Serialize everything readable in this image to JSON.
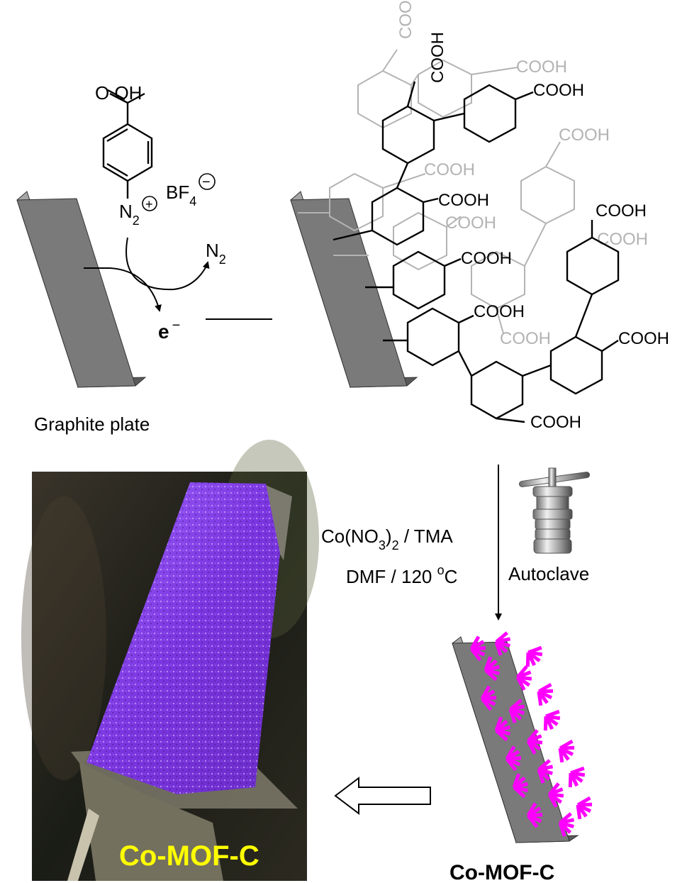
{
  "reagent": {
    "oh": "O  OH",
    "n2": "N",
    "n2_sub": "2",
    "bf4": "BF",
    "bf4_sub": "4",
    "plus": "+",
    "minus": "−"
  },
  "byproduct": {
    "n2": "N",
    "n2_sub": "2"
  },
  "electron": {
    "e": "e",
    "sup": "−"
  },
  "plate_label": "Graphite plate",
  "cooh": "COOH",
  "conditions": {
    "line1_a": "Co(NO",
    "line1_sub1": "3",
    "line1_b": ")",
    "line1_sub2": "2",
    "line1_c": " / TMA",
    "line2_a": "DMF / 120 ",
    "line2_sup": "o",
    "line2_b": "C"
  },
  "autoclave_label": "Autoclave",
  "product_label": "Co-MOF-C",
  "photo_label": "Co-MOF-C",
  "colors": {
    "plate_face": "#7a7a7a",
    "plate_side": "#5a5a5a",
    "plate_top": "#a5a5a5",
    "mof_magenta": "#ff00ff",
    "photo_label": "#ffff00",
    "crystal_purple": "#8a3cf0",
    "grey_structure": "#b3b3b3"
  }
}
